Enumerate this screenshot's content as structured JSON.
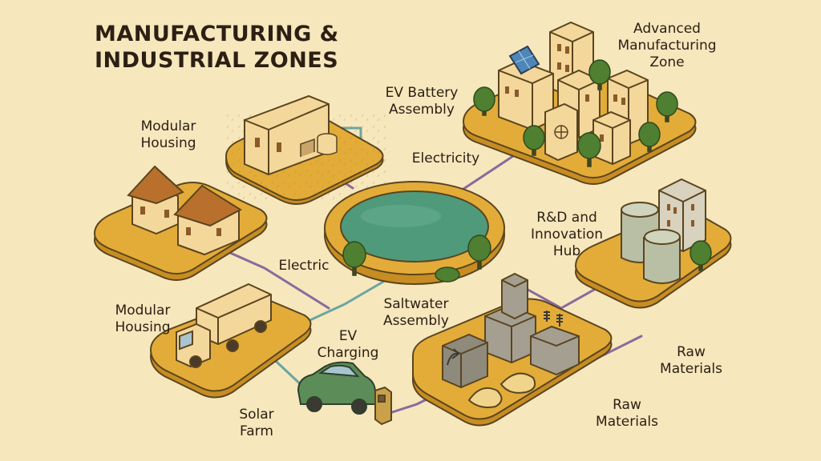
{
  "title": {
    "line1": "MANUFACTURING &",
    "line2": "INDUSTRIAL ZONES"
  },
  "labels": {
    "advanced_manufacturing": [
      "Advanced",
      "Manufacturing",
      "Zone"
    ],
    "ev_battery": [
      "EV Battery",
      "Assembly"
    ],
    "modular_housing_top": [
      "Modular",
      "Housing"
    ],
    "electricity": "Electricity",
    "rd_hub": [
      "R&D and",
      "Innovation",
      "Hub"
    ],
    "electric": "Electric",
    "modular_housing_bottom": [
      "Modular",
      "Housing"
    ],
    "saltwater": [
      "Saltwater",
      "Assembly"
    ],
    "ev_charging": [
      "EV",
      "Charging"
    ],
    "raw_materials_1": [
      "Raw",
      "Materials"
    ],
    "raw_materials_2": [
      "Raw",
      "Materials"
    ],
    "solar_farm": [
      "Solar",
      "Farm"
    ]
  },
  "colors": {
    "background": "#f7e7bd",
    "platform_top": "#e3ac38",
    "platform_side": "#c78d22",
    "outline": "#5a4520",
    "building": "#f4d79a",
    "building_roof": "#b9702d",
    "water": "#4f9a7a",
    "tree": "#4f7f30",
    "purple_line": "#8a6a9e",
    "teal_line": "#6aa6a0",
    "car": "#5c8c58"
  }
}
